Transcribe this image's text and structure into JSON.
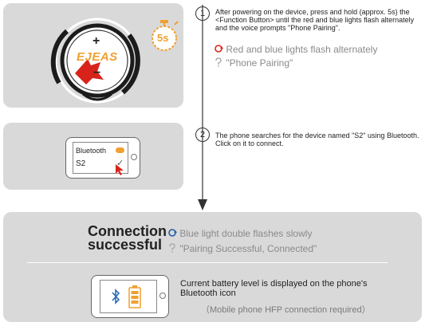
{
  "step1": {
    "number": "1",
    "instruction": "After powering on the device, press and hold (approx. 5s) the <Function Button> until the red and blue lights flash alternately and the voice prompts \"Phone Pairing\".",
    "legend_light": "Red and blue lights flash alternately",
    "legend_voice": "\"Phone Pairing\"",
    "timer_label": "5s",
    "device_brand": "EJEAS",
    "plus": "+",
    "minus": "−"
  },
  "step2": {
    "number": "2",
    "instruction": "The phone searches for the device named \"S2\" using Bluetooth. Click on it to connect.",
    "bt_label": "Bluetooth",
    "device_name": "S2",
    "check": "✓"
  },
  "result": {
    "title_line1": "Connection",
    "title_line2": "successful",
    "legend_light": "Blue light double flashes slowly",
    "legend_voice": "\"Pairing Successful, Connected\"",
    "battery_text": "Current battery level is displayed on the phone's Bluetooth icon",
    "hfp_note": "（Mobile phone HFP connection required）"
  },
  "icons": {
    "light": "light-flash-icon",
    "voice": "voice-prompt-icon",
    "bluetooth": "bluetooth-icon",
    "battery": "battery-icon"
  },
  "colors": {
    "panel": "#d9d9d9",
    "red_light": "#e0241b",
    "blue_light": "#1f5fa8",
    "orange": "#f0a030",
    "bluetooth_blue": "#2a6db5"
  }
}
